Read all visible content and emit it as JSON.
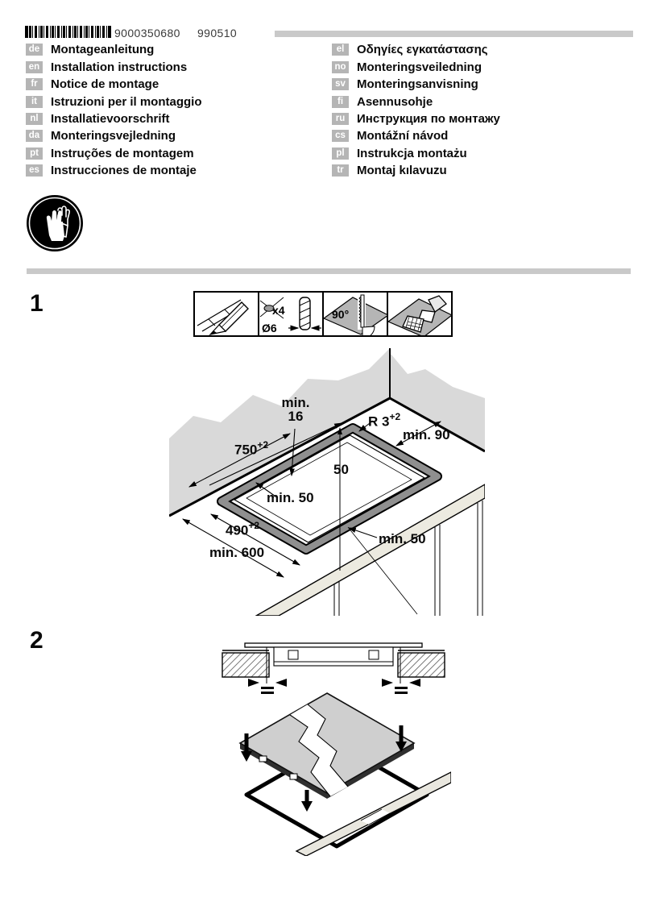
{
  "header": {
    "barcode_number": "9000350680",
    "print_code": "990510"
  },
  "languages": {
    "left": [
      {
        "code": "de",
        "label": "Montageanleitung"
      },
      {
        "code": "en",
        "label": "Installation instructions"
      },
      {
        "code": "fr",
        "label": "Notice de montage"
      },
      {
        "code": "it",
        "label": "Istruzioni per il montaggio"
      },
      {
        "code": "nl",
        "label": "Installatievoorschrift"
      },
      {
        "code": "da",
        "label": "Monteringsvejledning"
      },
      {
        "code": "pt",
        "label": "Instruções de montagem"
      },
      {
        "code": "es",
        "label": "Instrucciones de montaje"
      }
    ],
    "right": [
      {
        "code": "el",
        "label": "Οδηγίες εγκατάστασης"
      },
      {
        "code": "no",
        "label": "Monteringsveiledning"
      },
      {
        "code": "sv",
        "label": "Monteringsanvisning"
      },
      {
        "code": "fi",
        "label": "Asennusohje"
      },
      {
        "code": "ru",
        "label": "Инструкция по монтажу"
      },
      {
        "code": "cs",
        "label": "Montážní návod"
      },
      {
        "code": "pl",
        "label": "Instrukcja montażu"
      },
      {
        "code": "tr",
        "label": "Montaj kılavuzu"
      }
    ]
  },
  "safety": {
    "icon": "wear-protective-gloves"
  },
  "step1": {
    "number": "1",
    "tools": {
      "drill_count": "x4",
      "drill_diameter": "Ø6",
      "cut_angle": "90°"
    },
    "dims": {
      "back_clearance_line1": "min.",
      "back_clearance_line2": "16",
      "corner_radius_value": "R 3",
      "corner_radius_tol": "+2",
      "right_wall_clearance": "min. 90",
      "cutout_width_value": "750",
      "cutout_width_tol": "+2",
      "inset_depth": "50",
      "side_clearance": "min. 50",
      "cutout_depth_value": "490",
      "cutout_depth_tol": "+2",
      "worktop_depth": "min. 600",
      "front_clearance": "min. 50"
    }
  },
  "step2": {
    "number": "2"
  },
  "colors": {
    "header_bar_gray": "#c9c9c9",
    "language_tag_gray": "#b5b5b5",
    "wall_gray": "#d9d9d9",
    "cut_edge_gray": "#8f8f8f",
    "hob_gray": "#cfcfcf"
  }
}
